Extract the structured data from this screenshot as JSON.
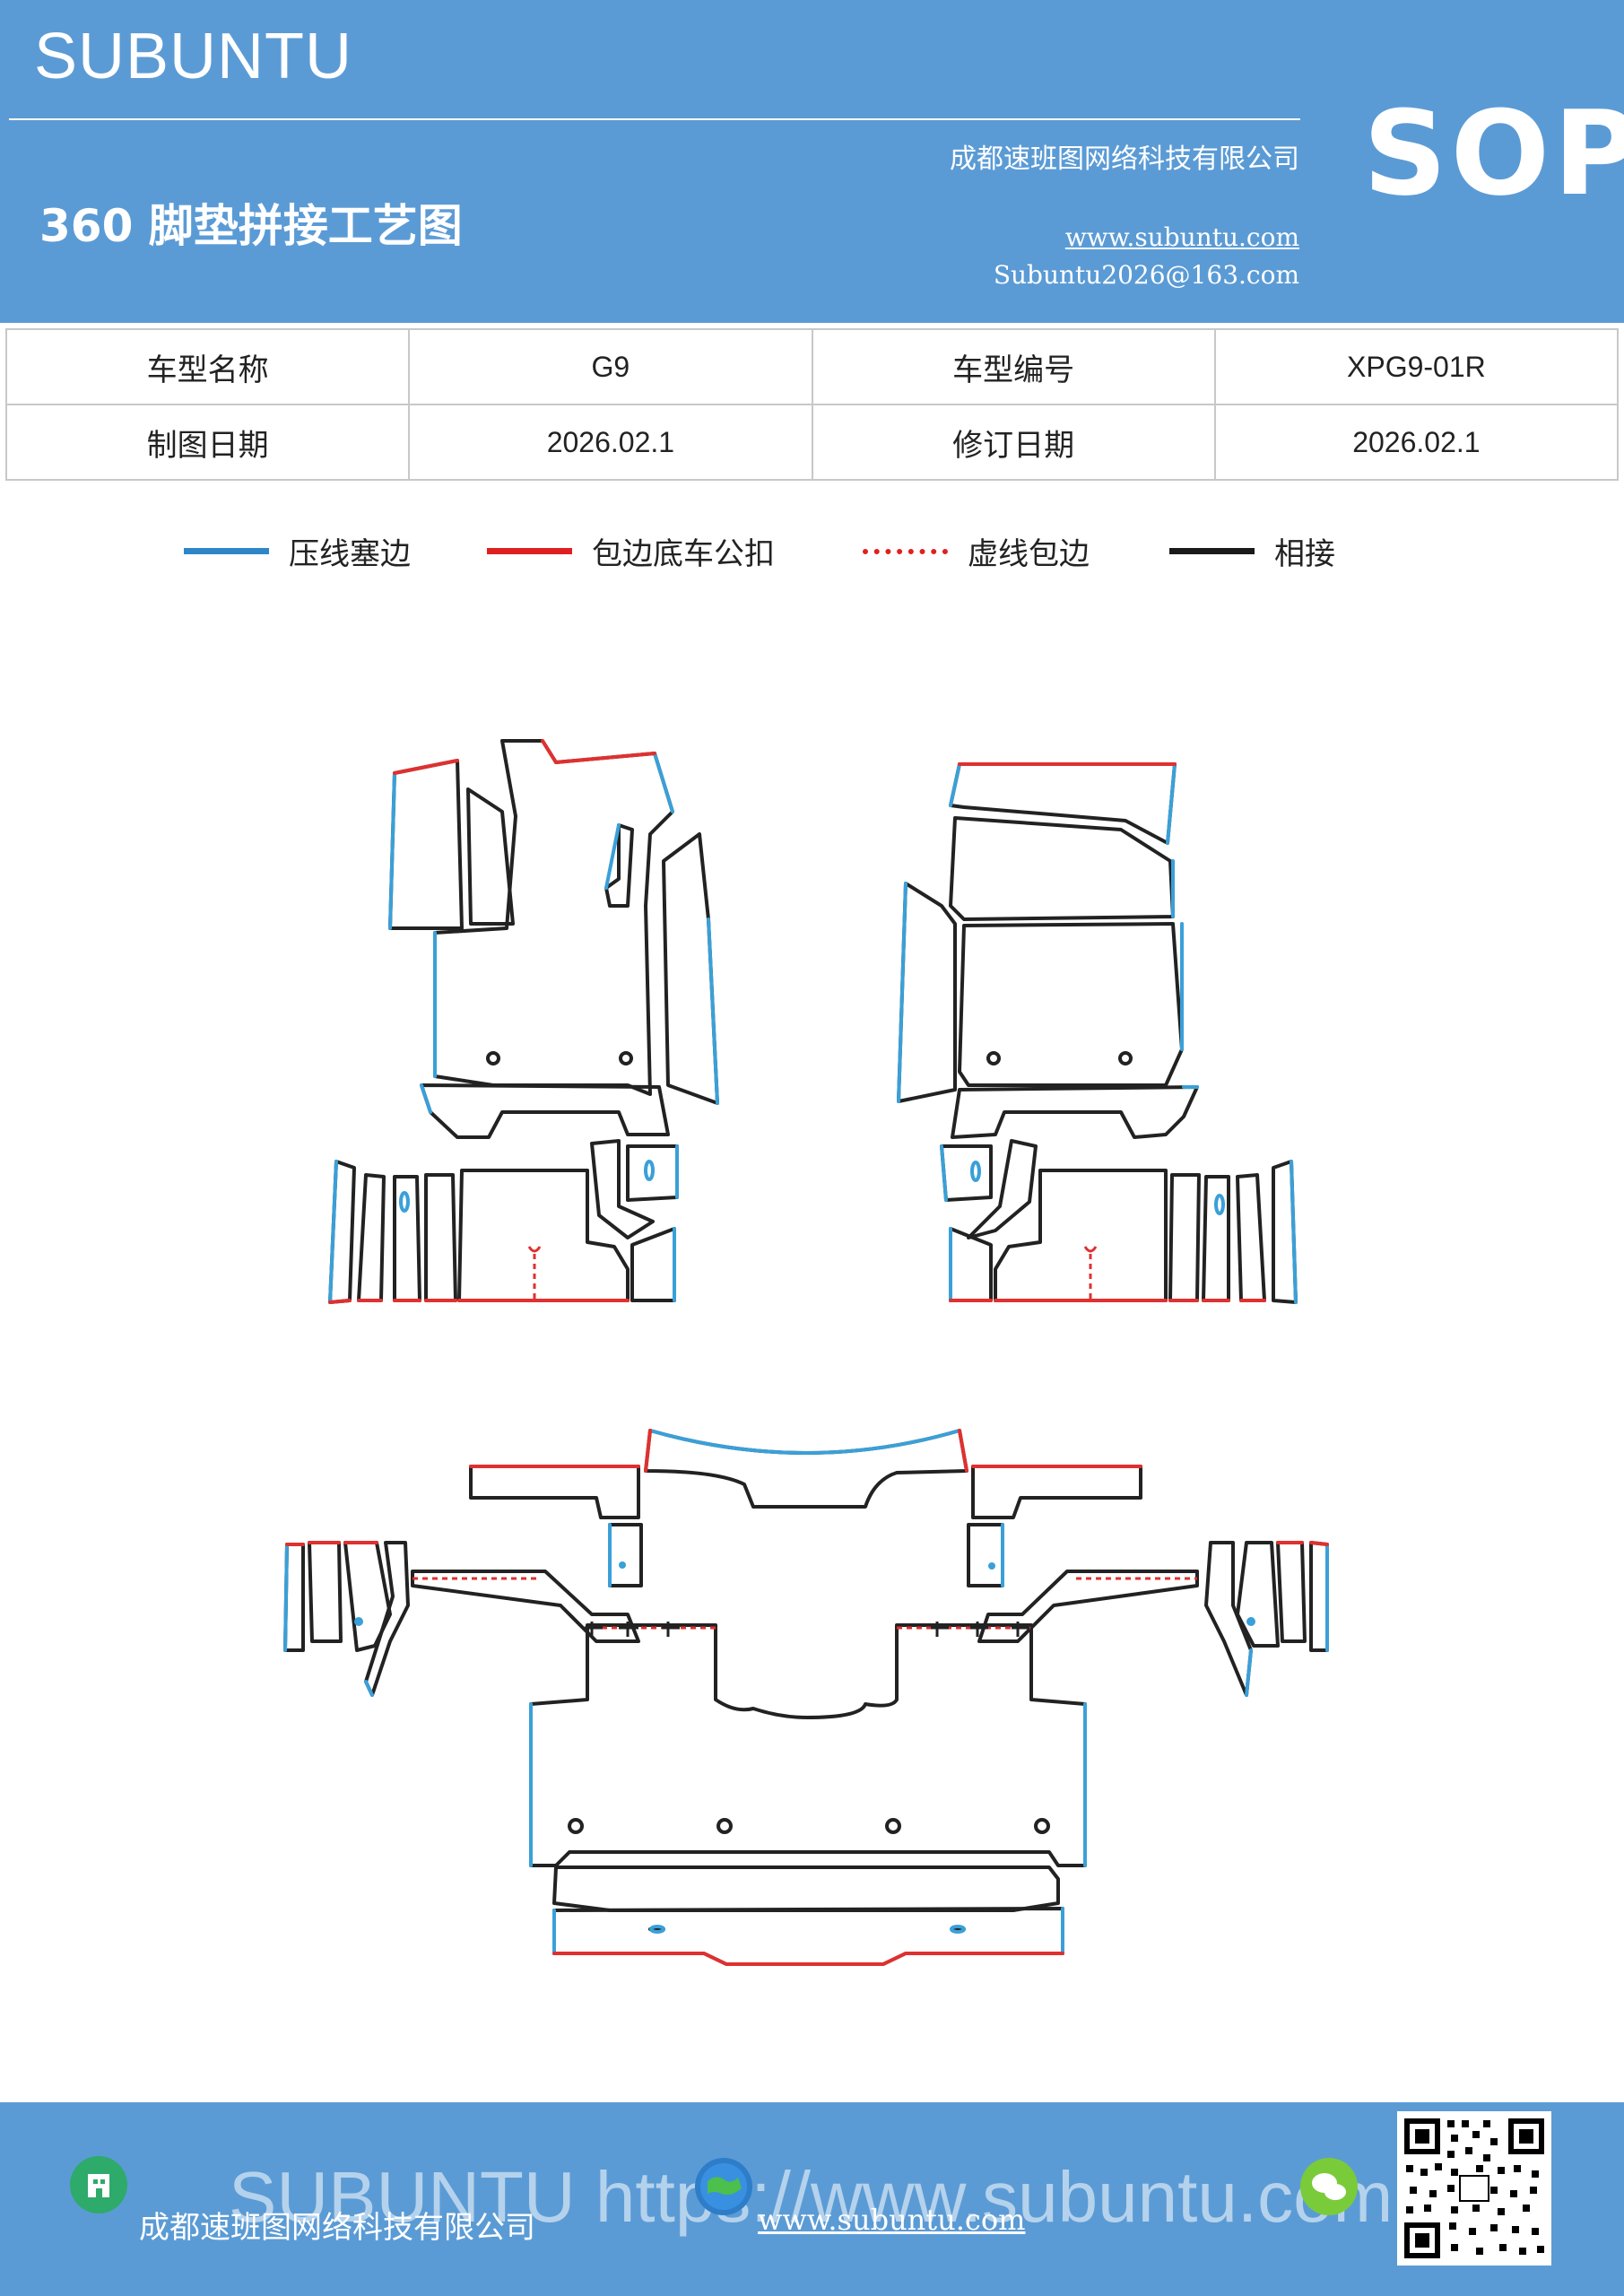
{
  "header": {
    "brand": "SUBUNTU",
    "company": "成都速班图网络科技有限公司",
    "title": "360 脚垫拼接工艺图",
    "website": "www.subuntu.com",
    "email": "Subuntu2026@163.com",
    "badge": "SOP"
  },
  "info_table": {
    "rows": [
      {
        "label1": "车型名称",
        "value1": "G9",
        "label2": "车型编号",
        "value2": "XPG9-01R"
      },
      {
        "label1": "制图日期",
        "value1": "2026.02.1",
        "label2": "修订日期",
        "value2": "2026.02.1"
      }
    ]
  },
  "legend": [
    {
      "label": "压线塞边",
      "color": "#2e86c9",
      "style": "solid"
    },
    {
      "label": "包边底车公扣",
      "color": "#e02020",
      "style": "solid"
    },
    {
      "label": "虚线包边",
      "color": "#e02020",
      "style": "dotted"
    },
    {
      "label": "相接",
      "color": "#1a1a1a",
      "style": "solid"
    }
  ],
  "colors": {
    "header_bg": "#5b9bd5",
    "outline": "#222222",
    "edge_blue": "#3aa0d8",
    "edge_red": "#e03030"
  },
  "footer": {
    "watermark": "SUBUNTU https://www.subuntu.com",
    "company": "成都速班图网络科技有限公司",
    "website": "www.subuntu.com",
    "icons": [
      "building-icon",
      "globe-icon",
      "wechat-icon",
      "qr-code"
    ]
  }
}
